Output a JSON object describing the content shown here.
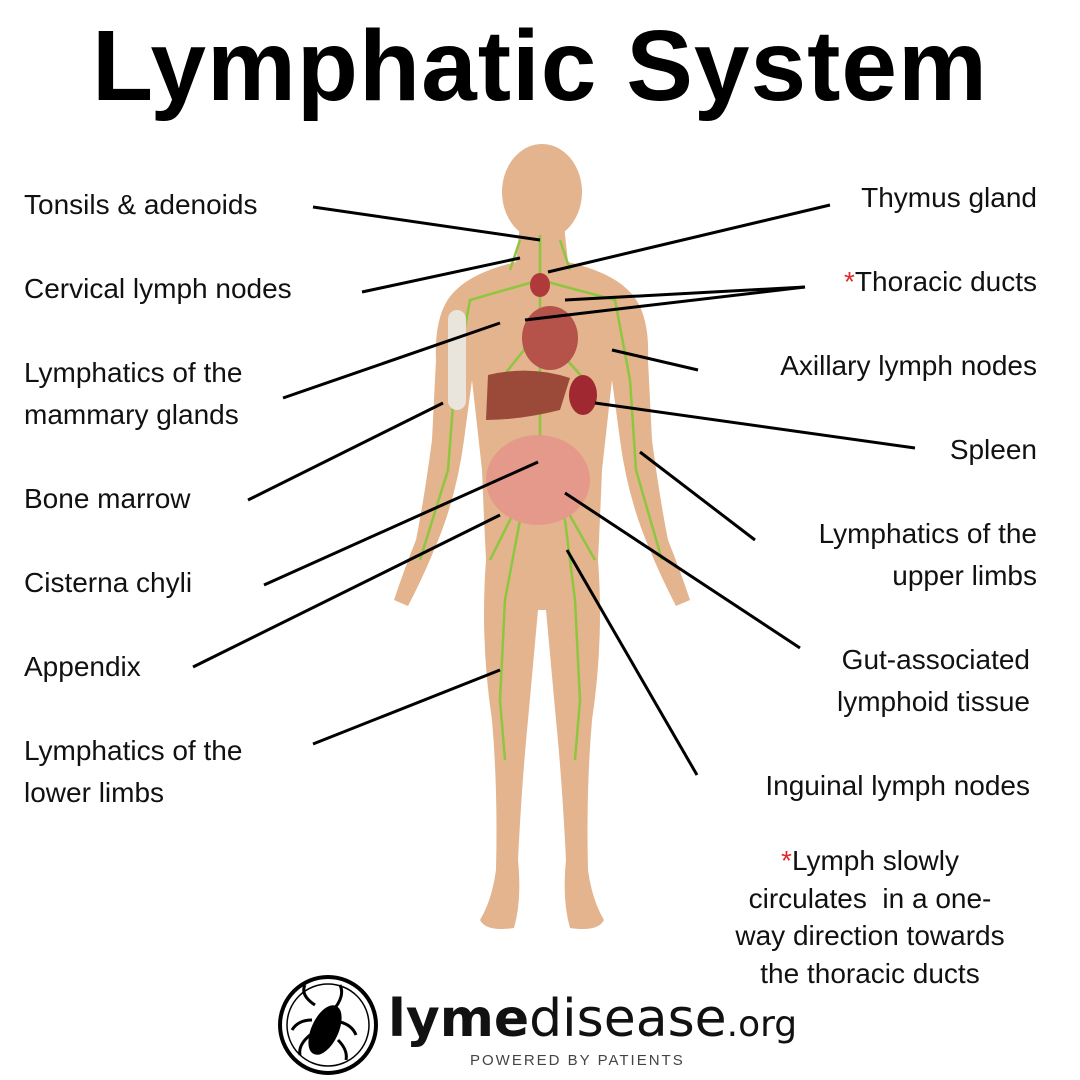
{
  "title": "Lymphatic System",
  "labels_left": {
    "tonsils": "Tonsils & adenoids",
    "cervical": "Cervical lymph nodes",
    "mammary_1": "Lymphatics of the",
    "mammary_2": "mammary glands",
    "bone_marrow": "Bone marrow",
    "cisterna": "Cisterna chyli",
    "appendix": "Appendix",
    "lower_1": "Lymphatics of the",
    "lower_2": "lower limbs"
  },
  "labels_right": {
    "thymus": "Thymus gland",
    "thoracic_star": "*",
    "thoracic": "Thoracic ducts",
    "axillary": "Axillary lymph nodes",
    "spleen": "Spleen",
    "upper_1": "Lymphatics of the",
    "upper_2": "upper limbs",
    "gut_1": "Gut-associated",
    "gut_2": "lymphoid tissue",
    "inguinal": "Inguinal lymph nodes"
  },
  "note": {
    "star": "*",
    "line1": "Lymph slowly",
    "line2": "circulates  in a one-",
    "line3": "way direction towards",
    "line4": "the thoracic ducts"
  },
  "logo": {
    "bold": "lyme",
    "light": "disease",
    "tld": ".org",
    "tagline": "POWERED BY PATIENTS"
  },
  "colors": {
    "skin": "#E3B48D",
    "lymph": "#8DC63F",
    "accent": "#E3262B"
  }
}
